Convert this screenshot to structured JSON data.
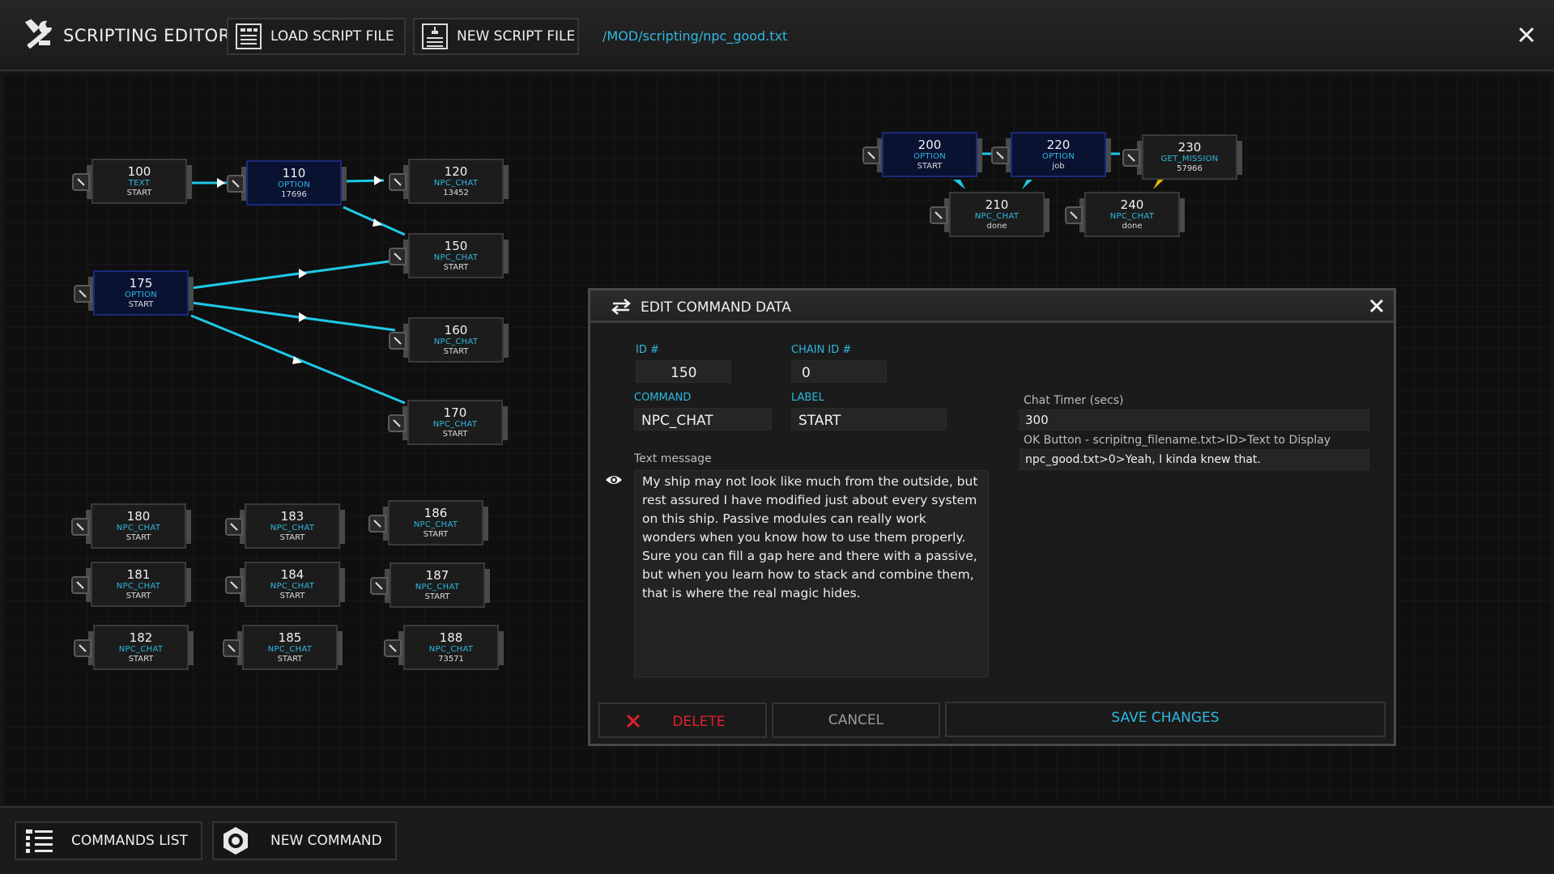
{
  "header": {
    "title": "SCRIPTING EDITOR",
    "load_label": "LOAD SCRIPT FILE",
    "new_label": "NEW SCRIPT FILE",
    "file_path": "/MOD/scripting/npc_good.txt"
  },
  "colors": {
    "accent": "#2fb8e0",
    "link": "#1ec8e6",
    "danger": "#e0202a",
    "selected_node": "#0a1232"
  },
  "nodes": [
    {
      "id": "100",
      "cmd": "TEXT",
      "label": "START"
    },
    {
      "id": "110",
      "cmd": "OPTION",
      "label": "17696"
    },
    {
      "id": "120",
      "cmd": "NPC_CHAT",
      "label": "13452"
    },
    {
      "id": "150",
      "cmd": "NPC_CHAT",
      "label": "START"
    },
    {
      "id": "175",
      "cmd": "OPTION",
      "label": "START"
    },
    {
      "id": "160",
      "cmd": "NPC_CHAT",
      "label": "START"
    },
    {
      "id": "170",
      "cmd": "NPC_CHAT",
      "label": "START"
    },
    {
      "id": "200",
      "cmd": "OPTION",
      "label": "START"
    },
    {
      "id": "220",
      "cmd": "OPTION",
      "label": "job"
    },
    {
      "id": "230",
      "cmd": "GET_MISSION",
      "label": "57966"
    },
    {
      "id": "210",
      "cmd": "NPC_CHAT",
      "label": "done"
    },
    {
      "id": "240",
      "cmd": "NPC_CHAT",
      "label": "done"
    },
    {
      "id": "180",
      "cmd": "NPC_CHAT",
      "label": "START"
    },
    {
      "id": "183",
      "cmd": "NPC_CHAT",
      "label": "START"
    },
    {
      "id": "186",
      "cmd": "NPC_CHAT",
      "label": "START"
    },
    {
      "id": "181",
      "cmd": "NPC_CHAT",
      "label": "START"
    },
    {
      "id": "184",
      "cmd": "NPC_CHAT",
      "label": "START"
    },
    {
      "id": "187",
      "cmd": "NPC_CHAT",
      "label": "START"
    },
    {
      "id": "182",
      "cmd": "NPC_CHAT",
      "label": "START"
    },
    {
      "id": "185",
      "cmd": "NPC_CHAT",
      "label": "START"
    },
    {
      "id": "188",
      "cmd": "NPC_CHAT",
      "label": "73571"
    }
  ],
  "editor": {
    "title": "EDIT COMMAND DATA",
    "id_label": "ID #",
    "id_value": "150",
    "chain_label": "CHAIN ID #",
    "chain_value": "0",
    "command_label": "COMMAND",
    "command_value": "NPC_CHAT",
    "label_label": "LABEL",
    "label_value": "START",
    "text_label": "Text message",
    "text_value": "My ship may not look like much from the outside, but rest assured I have modified just about every system on this ship. Passive modules can really work wonders when you know how to use them properly. Sure you can fill a gap here and there with a passive, but when you learn how to stack and combine them, that is where the real magic hides.",
    "timer_label": "Chat Timer (secs)",
    "timer_value": "300",
    "ok_label": "OK Button - scripitng_filename.txt>ID>Text to Display",
    "ok_value": "npc_good.txt>0>Yeah, I kinda knew that.",
    "delete_label": "DELETE",
    "cancel_label": "CANCEL",
    "save_label": "SAVE CHANGES"
  },
  "footer": {
    "commands_label": "COMMANDS LIST",
    "new_command_label": "NEW COMMAND"
  }
}
